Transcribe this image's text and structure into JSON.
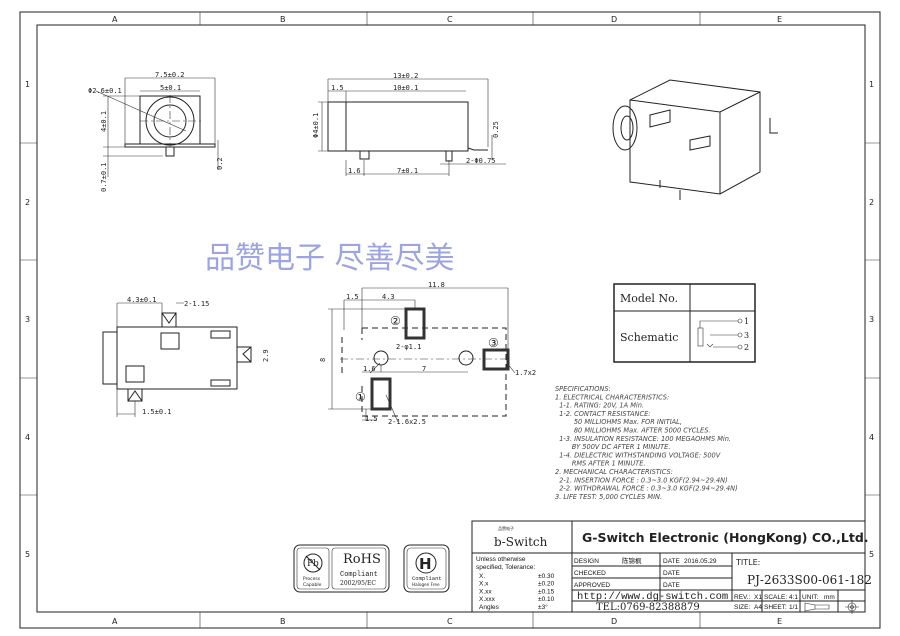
{
  "grid": {
    "columns": [
      "A",
      "B",
      "C",
      "D",
      "E"
    ],
    "rows": [
      "1",
      "2",
      "3",
      "4",
      "5"
    ]
  },
  "watermark": "品赞电子  尽善尽美",
  "front_view": {
    "width_outer": "7.5±0.2",
    "width_inner": "5±0.1",
    "hole_dia": "Φ2.6±0.1",
    "height": "4±0.1",
    "pin": "0.7±0.1",
    "base": "0.2"
  },
  "side_view": {
    "length": "13±0.2",
    "flange": "1.5",
    "body": "10±0.1",
    "height": "Φ4±0.1",
    "plate": "0.25",
    "pin_offset": "1.6",
    "pin_spacing": "7±0.1",
    "pin_dia": "2-Φ0.75"
  },
  "bottom_view": {
    "offset": "4.3±0.1",
    "slot": "2-1.15",
    "pin_pos": "1.5±0.1",
    "tab": "2.9"
  },
  "pcb_layout": {
    "overall": "11.8",
    "flange": "1.5",
    "pad2_pos": "4.3",
    "hole_dia": "2-φ1.1",
    "hole_offset": "1.6",
    "hole_spacing": "7",
    "height": "8",
    "pad1_pos": "1.5",
    "pad_size": "2-1.6x2.5",
    "pad3_size": "1.7x2",
    "pad_labels": [
      "①",
      "②",
      "③"
    ]
  },
  "model_table": {
    "model_label": "Model No.",
    "model_value": "",
    "schematic_label": "Schematic",
    "pins": [
      "1",
      "3",
      "2"
    ]
  },
  "specifications": [
    "SPECIFICATIONS:",
    "1. ELECTRICAL CHARACTERISTICS:",
    "  1-1. RATING: 20V, 1A Min.",
    "  1-2. CONTACT RESISTANCE:",
    "         50 MILLIOHMS Max. FOR INITIAL,",
    "         80 MILLIOHMS Max. AFTER 5000 CYCLES.",
    "  1-3. INSULATION RESISTANCE: 100 MEGAOHMS Min.",
    "        BY 500V DC AFTER 1 MINUTE.",
    "  1-4. DIELECTRIC WITHSTANDING VOLTAGE: 500V",
    "        RMS AFTER 1 MINUTE.",
    "2. MECHANICAL CHARACTERISTICS:",
    "  2-1. INSERTION FORCE : 0.3~3.0 KGF(2.94~29.4N)",
    "  2-2. WITHDRAWAL FORCE : 0.3~3.0 KGF(2.94~29.4N)",
    "3. LIFE TEST: 5,000 CYCLES MIN."
  ],
  "badges": {
    "pb_sub1": "Process",
    "pb_sub2": "Capable",
    "rohs_title": "RoHS",
    "rohs_sub": "Compliant",
    "rohs_code": "2002/95/EC",
    "halogen_sub1": "Compliant",
    "halogen_sub2": "Halogen Free"
  },
  "title_block": {
    "logo": "b-Switch",
    "logo_small": "品赞电子",
    "company": "G-Switch Electronic (HongKong) CO.,Ltd.",
    "tolerance_header1": "Unless otherwise",
    "tolerance_header2": "specified, Tolerance:",
    "tolerances": [
      [
        "X.",
        "±0.30"
      ],
      [
        "X.x",
        "±0.20"
      ],
      [
        "X.xx",
        "±0.15"
      ],
      [
        "X.xxx",
        "±0.10"
      ],
      [
        "Angles",
        "±3°"
      ]
    ],
    "design_label": "DESIGN",
    "designer": "陈锦枫",
    "design_date_label": "DATE",
    "design_date": "2016.05.29",
    "checked_label": "CHECKED",
    "checked_date_label": "DATE",
    "approved_label": "APPROVED",
    "approved_date_label": "DATE",
    "website": "http://www.dg-switch.com",
    "tel": "TEL:0769-82388879",
    "title_label": "TITLE:",
    "part_number": "PJ-2633S00-061-182",
    "rev_label": "REV.:",
    "rev": "X1",
    "scale_label": "SCALE:",
    "scale": "4:1",
    "unit_label": "UNIT:",
    "unit": "mm",
    "size_label": "SIZE:",
    "size": "A4",
    "sheet_label": "SHEET:",
    "sheet": "1/1"
  }
}
